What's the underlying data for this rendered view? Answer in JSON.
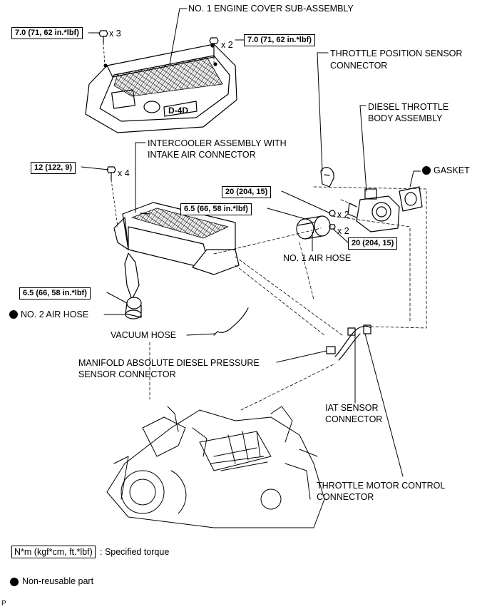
{
  "labels": {
    "engine_cover": "NO. 1 ENGINE COVER SUB-ASSEMBLY",
    "tps_connector_1": "THROTTLE POSITION SENSOR",
    "tps_connector_2": "CONNECTOR",
    "throttle_body_1": "DIESEL THROTTLE",
    "throttle_body_2": "BODY ASSEMBLY",
    "gasket": "GASKET",
    "intercooler_1": "INTERCOOLER ASSEMBLY WITH",
    "intercooler_2": "INTAKE AIR CONNECTOR",
    "air_hose_1": "NO. 1 AIR HOSE",
    "air_hose_2": "NO. 2 AIR HOSE",
    "vacuum_hose": "VACUUM HOSE",
    "map_sensor_1": "MANIFOLD ABSOLUTE DIESEL PRESSURE",
    "map_sensor_2": "SENSOR CONNECTOR",
    "iat_1": "IAT SENSOR",
    "iat_2": "CONNECTOR",
    "tmc_1": "THROTTLE MOTOR CONTROL",
    "tmc_2": "CONNECTOR"
  },
  "torques": {
    "cover_left": "7.0 (71, 62 in.*lbf)",
    "cover_right": "7.0 (71, 62 in.*lbf)",
    "intercooler_bolt": "12 (122, 9)",
    "hose1_clamp": "6.5 (66, 58 in.*lbf)",
    "throttle_nut": "20 (204, 15)",
    "throttle_bolt": "20 (204, 15)",
    "hose2_clamp": "6.5 (66, 58 in.*lbf)"
  },
  "quantities": {
    "cover_left": "x 3",
    "cover_right": "x 2",
    "intercooler_bolt": "x 4",
    "throttle_nut": "x 2",
    "throttle_bolt": "x 2"
  },
  "legend": {
    "torque_unit": "N*m (kgf*cm, ft.*lbf)",
    "torque_text": ": Specified torque",
    "nonreusable_text": "Non-reusable part"
  },
  "corner_mark": "P"
}
